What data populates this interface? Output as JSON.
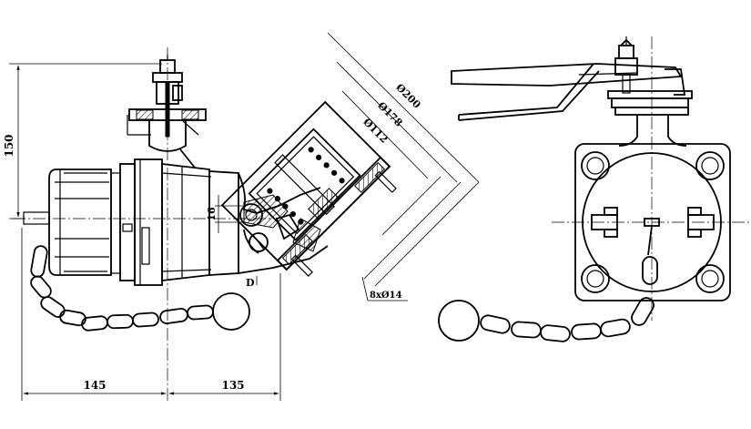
{
  "dimensions": {
    "height_left": "150",
    "bottom_left": "145",
    "bottom_right": "135",
    "dia_outer": "Ø200",
    "dia_mid": "Ø178",
    "dia_inner": "Ø112",
    "offset": "16",
    "bolt_holes": "8xØ14",
    "view_marker": "D"
  }
}
